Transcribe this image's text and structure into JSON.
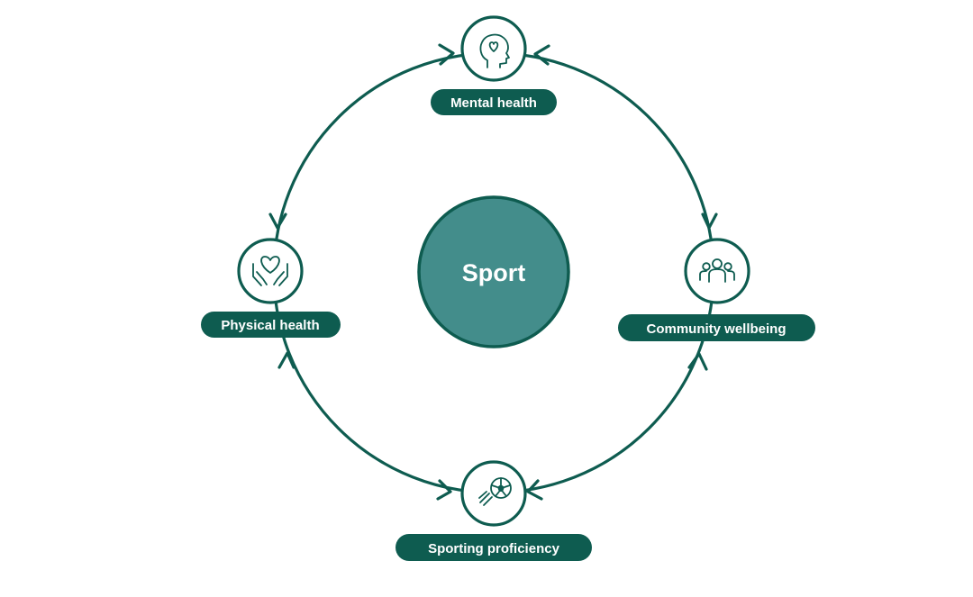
{
  "center": {
    "label": "Sport"
  },
  "nodes": {
    "mental": {
      "label": "Mental health",
      "icon": "head-heart-icon"
    },
    "community": {
      "label": "Community wellbeing",
      "icon": "people-group-icon"
    },
    "sporting": {
      "label": "Sporting proficiency",
      "icon": "soccer-ball-icon"
    },
    "physical": {
      "label": "Physical health",
      "icon": "hands-heart-icon"
    }
  },
  "colors": {
    "primary": "#0e5c50",
    "center_fill": "#438d8b",
    "background": "#ffffff",
    "text_on_dark": "#ffffff"
  }
}
